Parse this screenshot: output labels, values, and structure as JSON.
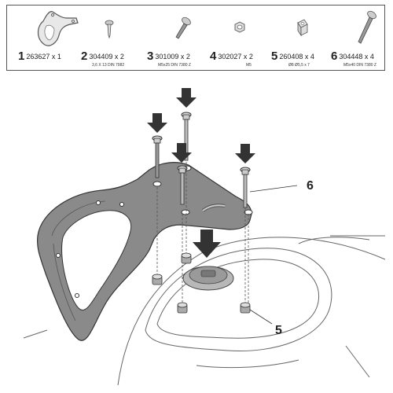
{
  "parts": [
    {
      "number": "1",
      "code_qty": "263627 x 1",
      "spec": "",
      "icon": "tank-ring-bracket-icon"
    },
    {
      "number": "2",
      "code_qty": "304409 x 2",
      "spec": "3,6 X 13 DIN 7982",
      "icon": "self-tapping-screw-icon"
    },
    {
      "number": "3",
      "code_qty": "301009 x 2",
      "spec": "M5x25 DIN 7380 Z",
      "icon": "bolt-icon"
    },
    {
      "number": "4",
      "code_qty": "302027 x 2",
      "spec": "M5",
      "icon": "nut-icon"
    },
    {
      "number": "5",
      "code_qty": "260408 x 4",
      "spec": "Ø8 Ø5,5 x 7",
      "icon": "spacer-icon"
    },
    {
      "number": "6",
      "code_qty": "304448 x 4",
      "spec": "M5x40 DIN 7380 Z",
      "icon": "long-bolt-icon"
    }
  ],
  "callouts": {
    "bolt": "6",
    "spacer": "5"
  }
}
